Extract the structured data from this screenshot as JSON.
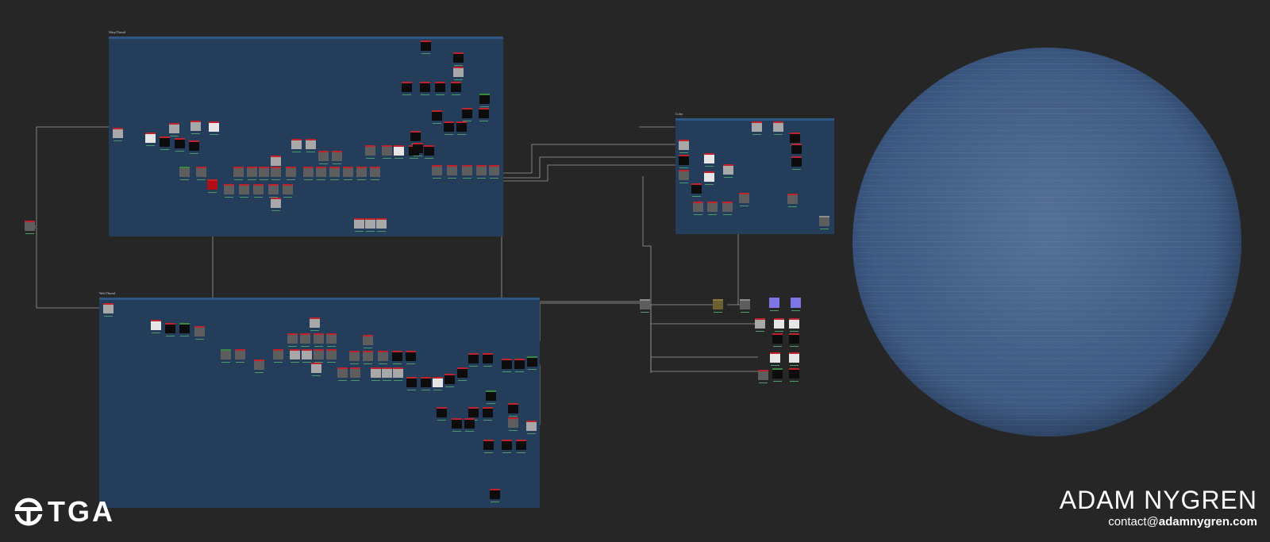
{
  "canvas": {
    "frames": [
      {
        "id": "warp",
        "title": "Warp Thread"
      },
      {
        "id": "weft",
        "title": "Weft Thread"
      },
      {
        "id": "color",
        "title": "Color"
      }
    ]
  },
  "preview": {
    "material": "denim fabric sphere"
  },
  "branding": {
    "logo_text": "TGA",
    "author_name": "ADAM NYGREN",
    "contact_prefix": "contact@",
    "contact_domain": "adamnygren.com"
  },
  "colors": {
    "background": "#262626",
    "frame": "#243d5a",
    "node_header": "#c0232b",
    "wire": "#b9b9b9",
    "sphere": "#3e5b84"
  }
}
